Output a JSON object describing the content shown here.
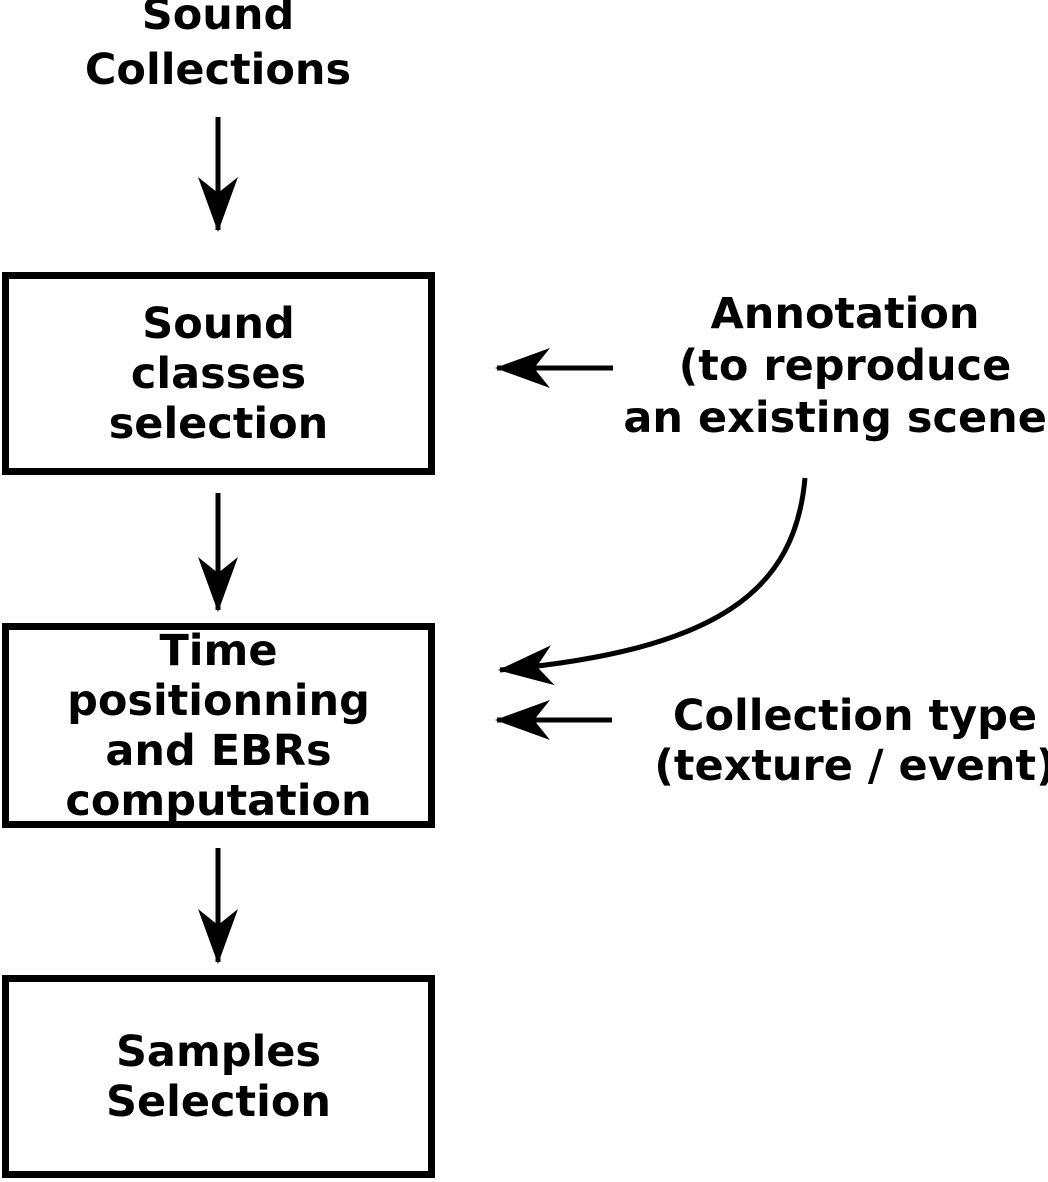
{
  "colors": {
    "ink": "#000000",
    "background": "#ffffff"
  },
  "top_label": {
    "lines": [
      "Sound",
      "Collections"
    ]
  },
  "boxes": {
    "sound_classes": {
      "lines": [
        "Sound",
        "classes",
        "selection"
      ]
    },
    "time_positionning": {
      "lines": [
        "Time positionning",
        "and EBRs",
        "computation"
      ]
    },
    "samples_selection": {
      "lines": [
        "Samples",
        "Selection"
      ]
    }
  },
  "side_labels": {
    "annotation": {
      "lines": [
        "Annotation",
        "(to reproduce",
        "an existing scene)"
      ]
    },
    "collection_type": {
      "lines": [
        "Collection type",
        "(texture / event)"
      ]
    }
  }
}
